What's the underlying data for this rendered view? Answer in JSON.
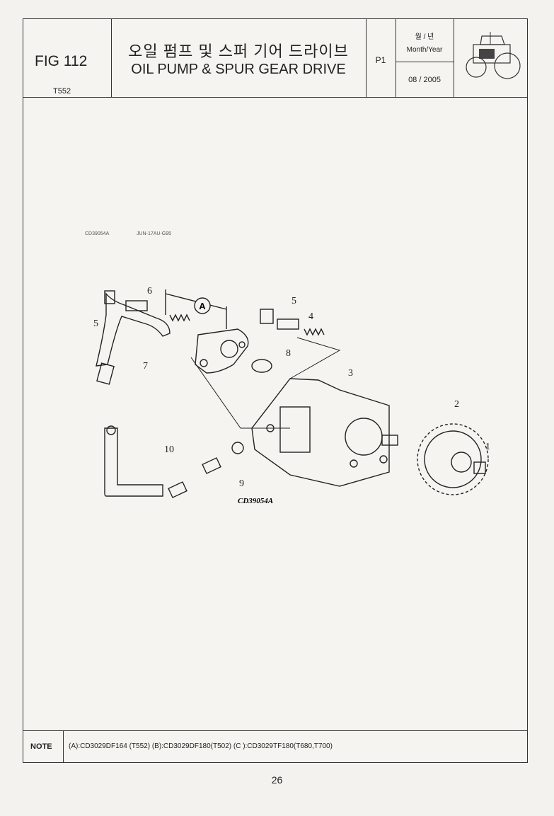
{
  "header": {
    "fig_number": "FIG 112",
    "model": "T552",
    "title_korean": "오일 펌프 및 스퍼 기어 드라이브",
    "title_english": "OIL PUMP & SPUR GEAR DRIVE",
    "page_code": "P1",
    "date_label_korean": "월 / 년",
    "date_label_english": "Month/Year",
    "date_value": "08 / 2005"
  },
  "diagram": {
    "ref_code": "CD39054A",
    "ref_date": "JUN-17AU-G95",
    "caption": "CD39054A",
    "callouts": [
      "1",
      "2",
      "3",
      "4",
      "5",
      "5",
      "6",
      "7",
      "8",
      "9",
      "10"
    ],
    "dimension_label": "A"
  },
  "note": {
    "label": "NOTE",
    "text": "(A):CD3029DF164 (T552)  (B):CD3029DF180(T502)  (C ):CD3029TF180(T680,T700)"
  },
  "page_number": "26"
}
